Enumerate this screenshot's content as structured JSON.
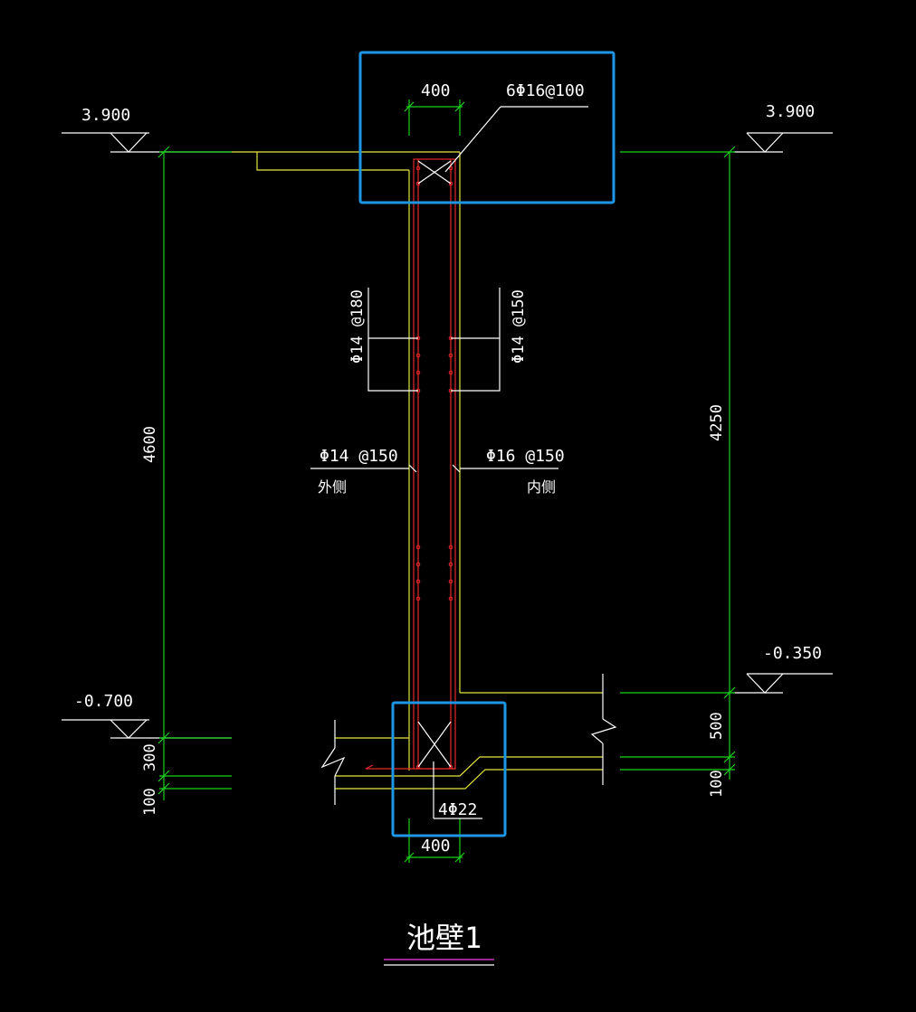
{
  "elevations": {
    "top_left": "3.900",
    "top_right": "3.900",
    "bottom_left": "-0.700",
    "right_lower": "-0.350"
  },
  "dimensions": {
    "top_width": "400",
    "bottom_width": "400",
    "left_height": "4600",
    "right_height": "4250",
    "left_300": "300",
    "left_100": "100",
    "right_500": "500",
    "right_100": "100"
  },
  "rebar": {
    "top_beam": "6Φ16@100",
    "left_vertical_1": "Φ14 @180",
    "right_vertical_1": "Φ14 @150",
    "outer_label": "Φ14 @150",
    "outer_side": "外侧",
    "inner_label": "Φ16 @150",
    "inner_side": "内侧",
    "bottom_beam": "4Φ22"
  },
  "title": "池壁1",
  "colors": {
    "background": "#000000",
    "dimension_lines": "#19d219",
    "concrete_outline": "#e6e63c",
    "rebar": "#e62828",
    "highlight_box": "#1e96e6",
    "text": "#ffffff",
    "title_underline": "#c832c8"
  }
}
